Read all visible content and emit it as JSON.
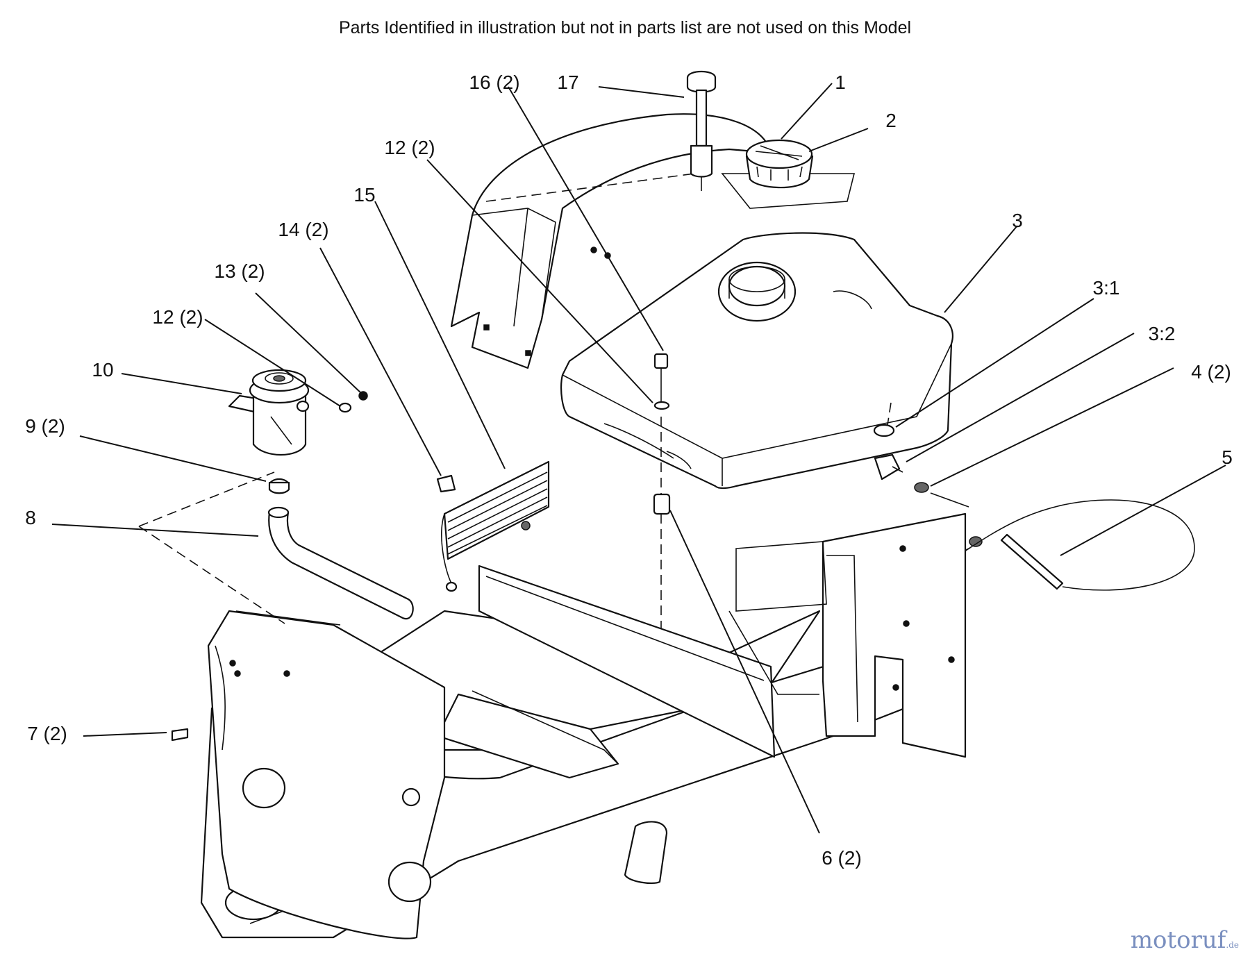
{
  "header_note": "Parts Identified  in illustration but not in parts list are not used on this Model",
  "callouts": [
    "17",
    "16 (2)",
    "1",
    "2",
    "12 (2)",
    "15",
    "14 (2)",
    "3",
    "13 (2)",
    "3:1",
    "12 (2)",
    "3:2",
    "4 (2)",
    "10",
    "9 (2)",
    "5",
    "8",
    "7 (2)",
    "6 (2)"
  ],
  "watermark": {
    "main": "motoruf",
    "suffix": ".de",
    "color_main": "#7a8fbf",
    "color_accent": "#e0a040"
  }
}
